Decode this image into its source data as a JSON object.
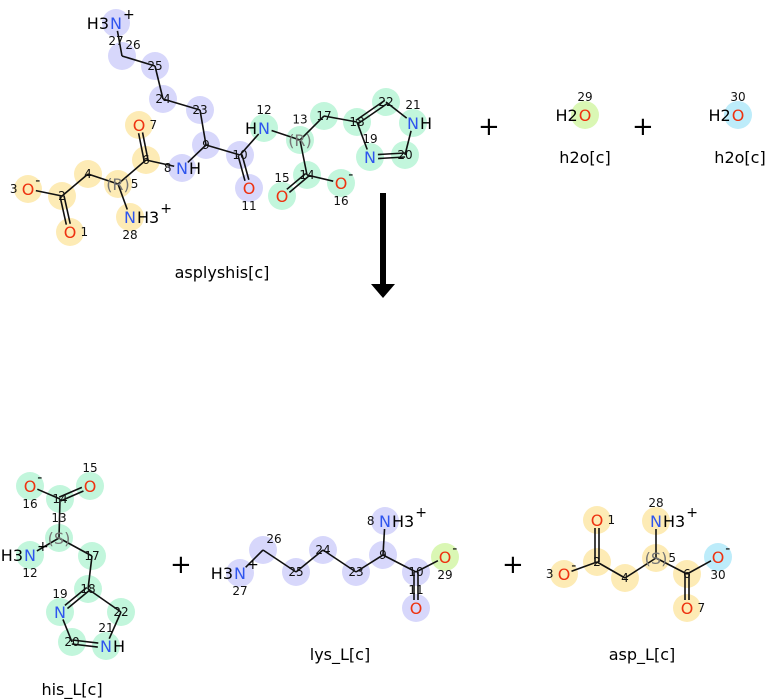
{
  "colors": {
    "asp": "#fdebb5",
    "lys": "#d7d7fb",
    "his": "#c2f6dc",
    "w29": "#daf7b4",
    "w30": "#bdecfa",
    "O": "#ee3311",
    "N": "#2f55ee",
    "stereo": "#777777",
    "bond": "#111111"
  },
  "plus_sign": "+",
  "reactants": [
    {
      "key": "asplyshis",
      "name": "asplyshis[c]",
      "atoms": [
        {
          "n": "27",
          "el": "N",
          "pre": "H3",
          "charge": "+",
          "hl": "lys"
        },
        {
          "n": "26",
          "hl": "lys"
        },
        {
          "n": "25",
          "hl": "lys"
        },
        {
          "n": "24",
          "hl": "lys"
        },
        {
          "n": "23",
          "hl": "lys"
        },
        {
          "n": "9",
          "hl": "lys"
        },
        {
          "n": "10",
          "hl": "lys"
        },
        {
          "n": "11",
          "el": "O",
          "hl": "lys"
        },
        {
          "n": "8",
          "el": "N",
          "post": "H",
          "hl": "lys"
        },
        {
          "n": "12",
          "el": "N",
          "pre": "H",
          "hl": "his"
        },
        {
          "n": "13",
          "el": "(R)",
          "hl": "his"
        },
        {
          "n": "17",
          "hl": "his"
        },
        {
          "n": "18",
          "hl": "his"
        },
        {
          "n": "22",
          "hl": "his"
        },
        {
          "n": "21",
          "el": "N",
          "post": "H",
          "hl": "his"
        },
        {
          "n": "20",
          "hl": "his"
        },
        {
          "n": "19",
          "el": "N",
          "hl": "his"
        },
        {
          "n": "14",
          "hl": "his"
        },
        {
          "n": "15",
          "el": "O",
          "hl": "his"
        },
        {
          "n": "16",
          "el": "O",
          "charge": "-",
          "hl": "his"
        },
        {
          "n": "6",
          "hl": "asp"
        },
        {
          "n": "7",
          "el": "O",
          "hl": "asp"
        },
        {
          "n": "5",
          "el": "(R)",
          "hl": "asp"
        },
        {
          "n": "28",
          "el": "N",
          "post": "H3",
          "charge": "+",
          "hl": "asp"
        },
        {
          "n": "4",
          "hl": "asp"
        },
        {
          "n": "2",
          "hl": "asp"
        },
        {
          "n": "3",
          "el": "O",
          "charge": "-",
          "hl": "asp"
        },
        {
          "n": "1",
          "el": "O",
          "hl": "asp"
        }
      ]
    },
    {
      "key": "w29",
      "name": "h2o[c]",
      "atoms": [
        {
          "n": "29",
          "el": "O",
          "pre": "H2",
          "hl": "w29"
        }
      ]
    },
    {
      "key": "w30",
      "name": "h2o[c]",
      "atoms": [
        {
          "n": "30",
          "el": "O",
          "pre": "H2",
          "hl": "w30"
        }
      ]
    }
  ],
  "products": [
    {
      "key": "his",
      "name": "his_L[c]",
      "atoms": [
        {
          "n": "16",
          "el": "O",
          "charge": "-",
          "hl": "his"
        },
        {
          "n": "15",
          "el": "O",
          "hl": "his"
        },
        {
          "n": "14",
          "hl": "his"
        },
        {
          "n": "13",
          "el": "(S)",
          "hl": "his"
        },
        {
          "n": "12",
          "el": "N",
          "pre": "H3",
          "charge": "+",
          "hl": "his"
        },
        {
          "n": "17",
          "hl": "his"
        },
        {
          "n": "18",
          "hl": "his"
        },
        {
          "n": "19",
          "el": "N",
          "hl": "his"
        },
        {
          "n": "22",
          "hl": "his"
        },
        {
          "n": "20",
          "hl": "his"
        },
        {
          "n": "21",
          "el": "N",
          "post": "H",
          "hl": "his"
        }
      ]
    },
    {
      "key": "lys",
      "name": "lys_L[c]",
      "atoms": [
        {
          "n": "27",
          "el": "N",
          "pre": "H3",
          "charge": "+",
          "hl": "lys"
        },
        {
          "n": "26",
          "hl": "lys"
        },
        {
          "n": "25",
          "hl": "lys"
        },
        {
          "n": "24",
          "hl": "lys"
        },
        {
          "n": "23",
          "hl": "lys"
        },
        {
          "n": "9",
          "hl": "lys"
        },
        {
          "n": "8",
          "el": "N",
          "post": "H3",
          "charge": "+",
          "hl": "lys"
        },
        {
          "n": "10",
          "hl": "lys"
        },
        {
          "n": "29",
          "el": "O",
          "charge": "-",
          "hl": "w29"
        },
        {
          "n": "11",
          "el": "O",
          "hl": "lys"
        }
      ]
    },
    {
      "key": "asp",
      "name": "asp_L[c]",
      "atoms": [
        {
          "n": "1",
          "el": "O",
          "hl": "asp"
        },
        {
          "n": "2",
          "hl": "asp"
        },
        {
          "n": "3",
          "el": "O",
          "charge": "-",
          "hl": "asp"
        },
        {
          "n": "4",
          "hl": "asp"
        },
        {
          "n": "5",
          "el": "(S)",
          "hl": "asp"
        },
        {
          "n": "28",
          "el": "N",
          "post": "H3",
          "charge": "+",
          "hl": "asp"
        },
        {
          "n": "6",
          "hl": "asp"
        },
        {
          "n": "30",
          "el": "O",
          "charge": "-",
          "hl": "w30"
        },
        {
          "n": "7",
          "el": "O",
          "hl": "asp"
        }
      ]
    }
  ]
}
